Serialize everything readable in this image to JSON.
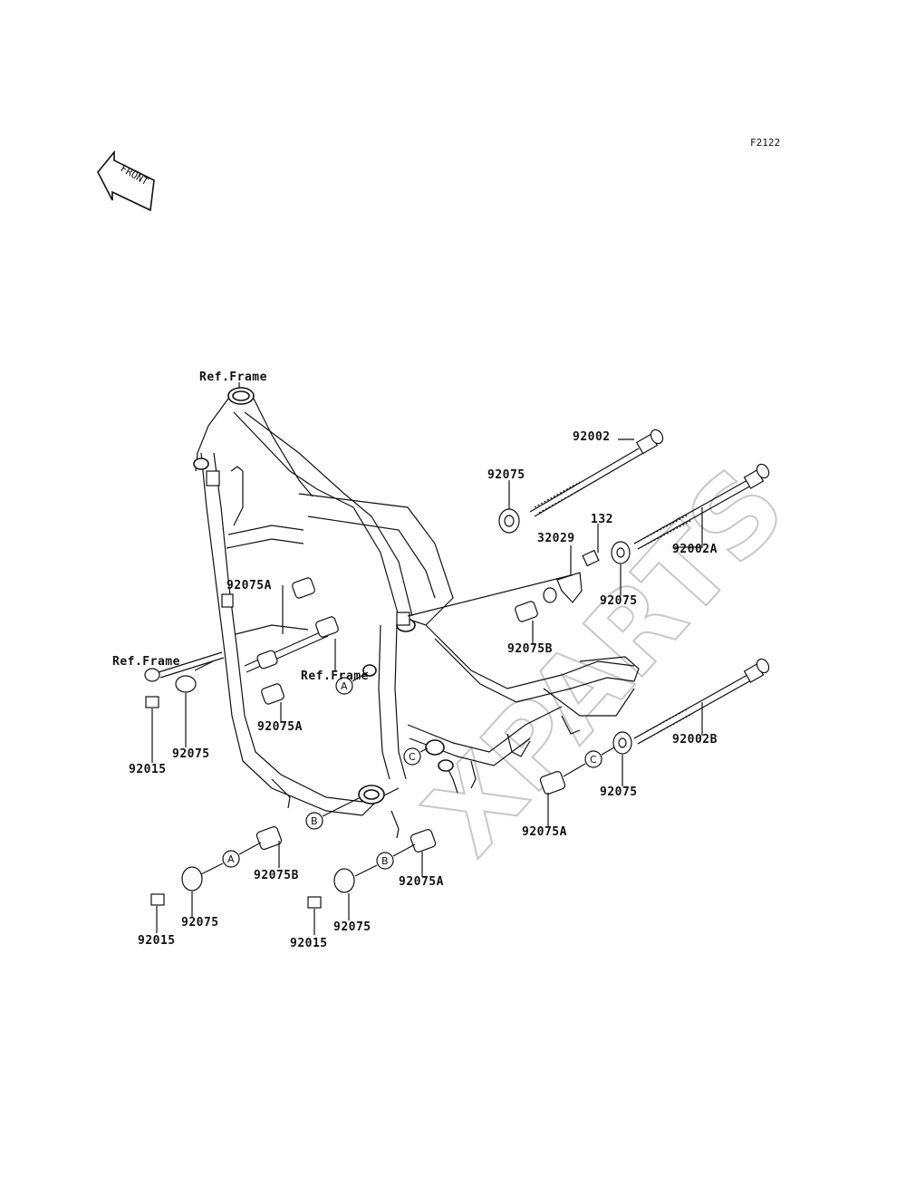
{
  "figure_id": "F2122",
  "front_label": "FRONT",
  "watermark": "XPARTS",
  "labels": {
    "ref_frame_top": "Ref.Frame",
    "ref_frame_left": "Ref.Frame",
    "ref_frame_mid": "Ref.Frame",
    "p92002": "92002",
    "p92002A": "92002A",
    "p92002B": "92002B",
    "p92075_top": "92075",
    "p92075_right": "92075",
    "p92075_left": "92075",
    "p92075_rc": "92075",
    "p92075_bl": "92075",
    "p92075_bm": "92075",
    "p132": "132",
    "p32029": "32029",
    "p92075A_top": "92075A",
    "p92075A_mid": "92075A",
    "p92075A_right": "92075A",
    "p92075A_bm": "92075A",
    "p92075B_mid": "92075B",
    "p92075B_bl": "92075B",
    "p92015_left": "92015",
    "p92015_bl": "92015",
    "p92015_bm": "92015"
  },
  "callouts": {
    "a1": "A",
    "a2": "A",
    "b1": "B",
    "b2": "B",
    "c1": "C",
    "c2": "C"
  }
}
